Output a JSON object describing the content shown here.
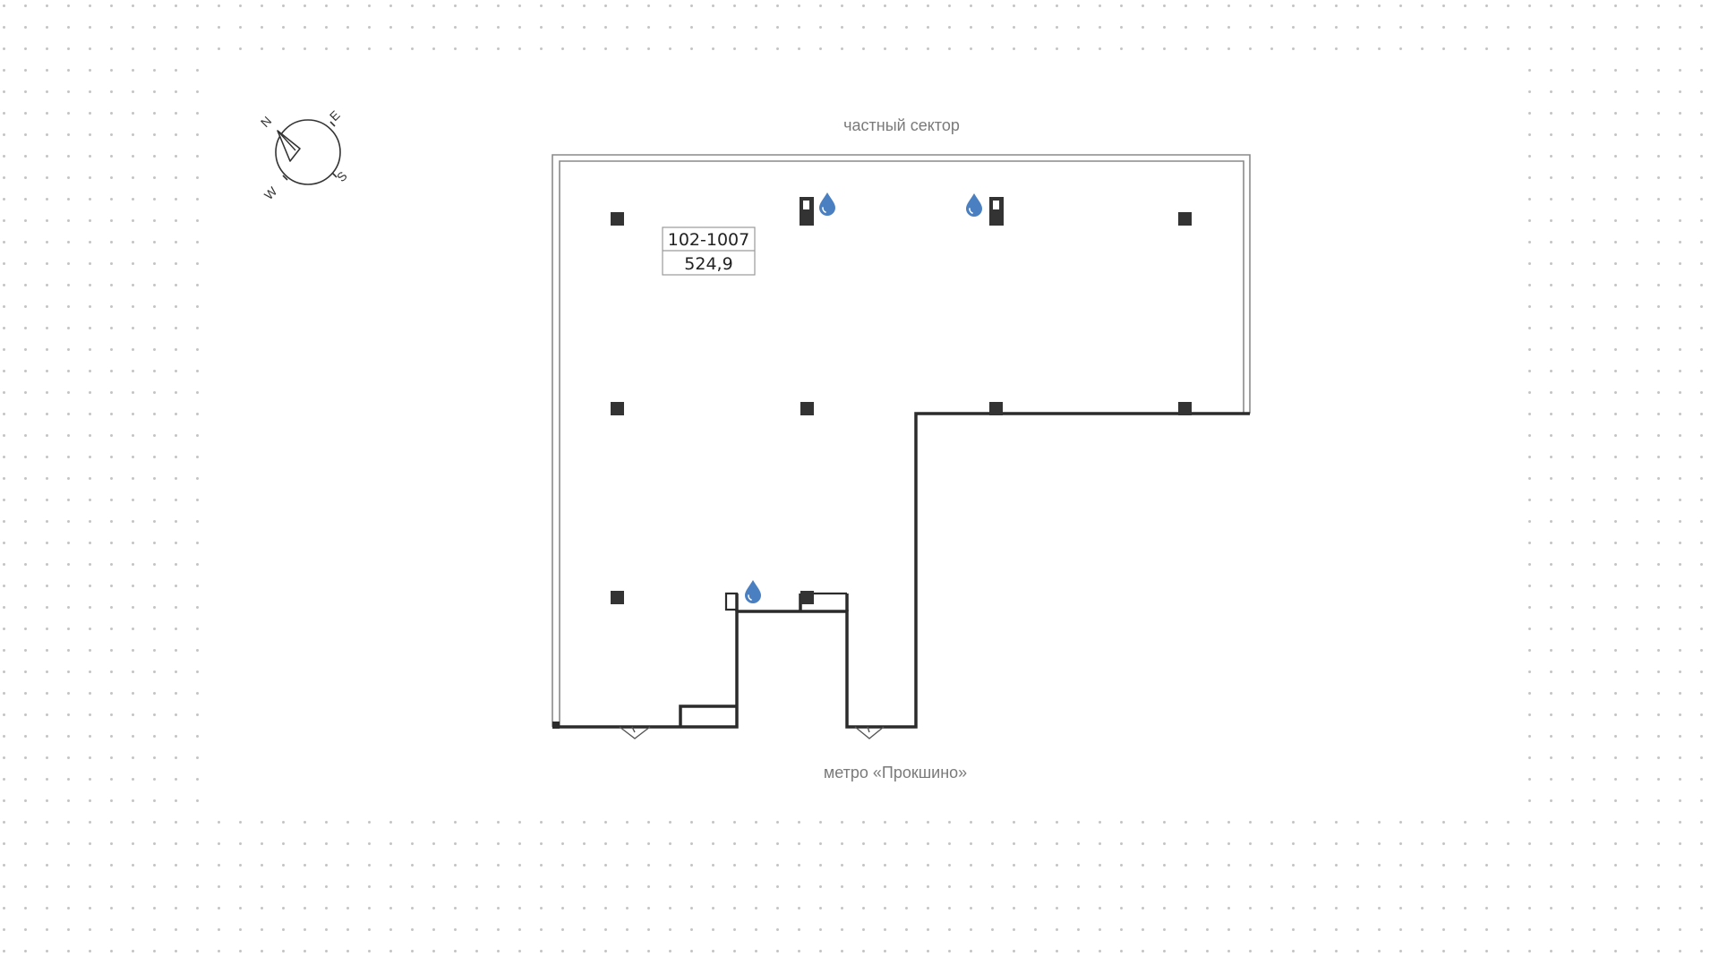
{
  "plan": {
    "top_label": "частный сектор",
    "bottom_label": "метро «Прокшино»",
    "unit": {
      "number": "102-1007",
      "area": "524,9"
    }
  },
  "compass": {
    "north": "N",
    "east": "E",
    "south": "S",
    "west": "W"
  },
  "colors": {
    "wall": "#2b2b2b",
    "water": "#4a7fc1",
    "dot": "#bdbdbd",
    "caption": "#7a7a7a"
  },
  "icons": {
    "water_point": "water-drop-icon",
    "riser": "riser-icon",
    "column": "column-icon",
    "compass": "compass-icon"
  }
}
